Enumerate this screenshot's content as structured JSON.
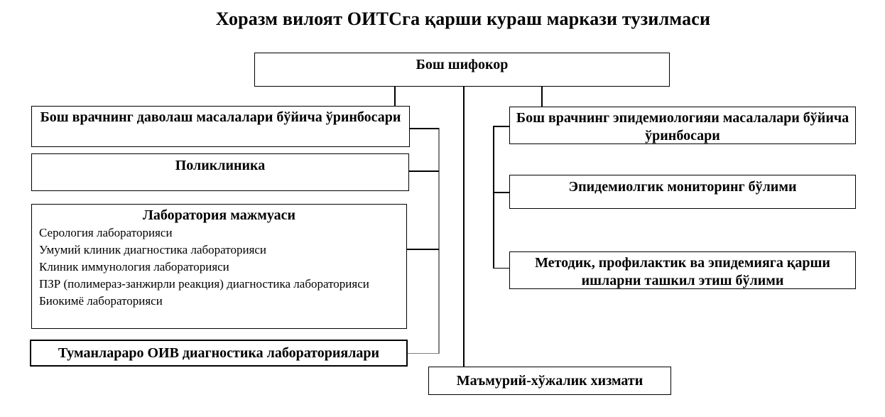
{
  "title": "Хоразм вилоят ОИТСга қарши кураш маркази тузилмаси",
  "nodes": {
    "chief": {
      "label": "Бош шифокор"
    },
    "left_deputy": {
      "label": "Бош врачнинг даволаш масалалари бўйича ўринбосари"
    },
    "polyclinic": {
      "label": "Поликлиника"
    },
    "laboratory": {
      "title": "Лаборатория мажмуаси",
      "items": [
        "Серология лабораторияси",
        "Умумий клиник диагностика лабораторияси",
        "Клиник иммунология лабораторияси",
        "ПЗР (полимераз-занжирли реакция) диагностика лабораторияси",
        "Биокимё лабораторияси"
      ]
    },
    "hiv_labs": {
      "label": "Туманлараро ОИВ диагностика лабораториялари"
    },
    "right_deputy": {
      "label": "Бош врачнинг эпидемиологияи масалалари бўйича ўринбосари"
    },
    "epid_monitoring": {
      "label": "Эпидемиолгик мониторинг бўлими"
    },
    "methodic": {
      "label": "Методик, профилактик ва эпидемияга қарши ишларни ташкил этиш бўлими"
    },
    "admin": {
      "label": "Маъмурий-хўжалик хизмати"
    }
  },
  "colors": {
    "border": "#000000",
    "spine_gray": "#808080",
    "background": "#ffffff",
    "text": "#000000"
  }
}
